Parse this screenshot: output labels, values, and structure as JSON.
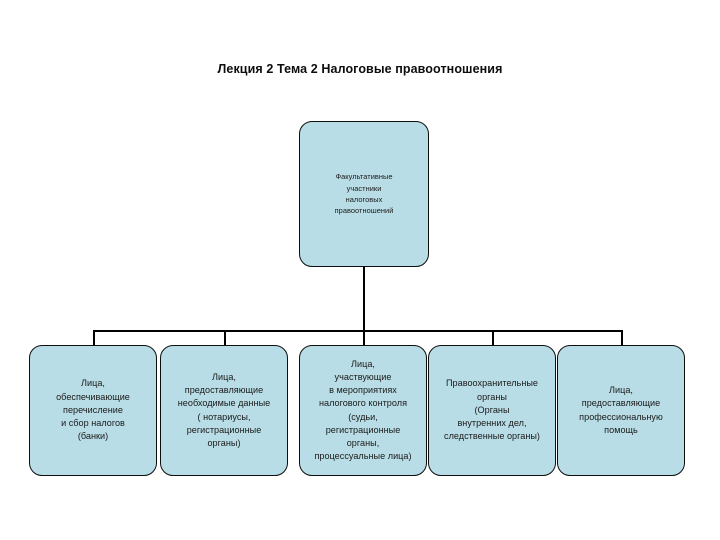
{
  "slide": {
    "title": "Лекция 2 Тема 2 Налоговые правоотношения",
    "background_color": "#ffffff",
    "node_fill_color": "#b9dde6",
    "node_border_color": "#0e0e0e",
    "connector_color": "#000000"
  },
  "diagram": {
    "type": "org-chart",
    "root": {
      "label": "Факультативные\nучастники\nналоговых\nправоотношений"
    },
    "children": [
      {
        "label": "Лица,\nобеспечивающие\nперечисление\nи сбор налогов\n(банки)"
      },
      {
        "label": "Лица,\nпредоставляющие\nнеобходимые данные\n( нотариусы,\nрегистрационные\nорганы)"
      },
      {
        "label": "Лица,\nучаствующие\nв мероприятиях\nналогового контроля\n(судьи,\nрегистрационные\nорганы,\nпроцессуальные лица)"
      },
      {
        "label": "Правоохранительные\nорганы\n(Органы\nвнутренних дел,\nследственные органы)"
      },
      {
        "label": "Лица,\nпредоставляющие\nпрофессиональную\nпомощь"
      }
    ]
  }
}
